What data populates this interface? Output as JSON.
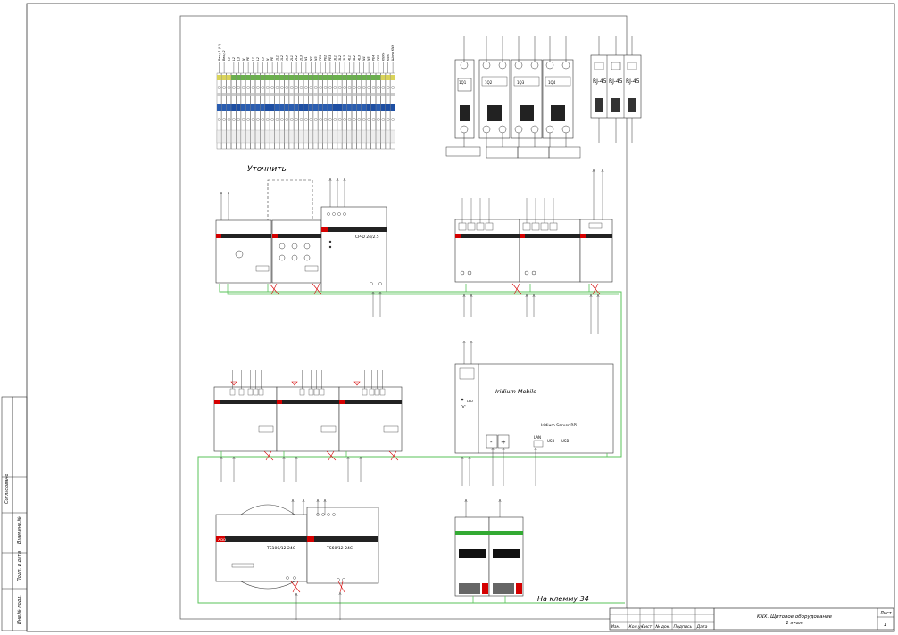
{
  "sheet": {
    "side_labels": [
      "Инв.№ подл.",
      "Подп. и дата",
      "Взам.инв.№",
      "Согласовано"
    ],
    "stamp": {
      "columns": [
        "Изм.",
        "Кол.уч",
        "Лист",
        "№ док.",
        "Подпись",
        "Дата"
      ],
      "title": "KNX. Щитовое оборудование",
      "subtitle": "1 этаж",
      "sheet_label": "Лист",
      "sheet_no": "1"
    }
  },
  "labels": {
    "clarify": "Уточнить",
    "iridium_mobile": "Iridium Mobile",
    "iridium_server": "Iridium Server RPi",
    "to_terminal": "На клемму 34",
    "cp": "CP-D 24/2.5",
    "ts1": "TS100/12-24C",
    "ts2": "TS60/12-24C",
    "rj": "RJ-45",
    "lan": "LAN",
    "usb": "USB",
    "abb": "ABB",
    "dc": "DC",
    "led": "LED"
  },
  "breakers": [
    "1Q1",
    "1Q2",
    "1Q3",
    "1Q4"
  ],
  "top_wire_labels": [
    "Ввод 1 (L1)",
    "Ввод 2",
    "L1",
    "L2",
    "L3",
    "N",
    "PE",
    "L1",
    "L2",
    "L3",
    "N",
    "PE",
    "1L1",
    "1L2",
    "1L3",
    "2L1",
    "2L2",
    "2L3",
    "N1",
    "N2",
    "N3",
    "PE1",
    "PE2",
    "PE3",
    "3L1",
    "3L2",
    "3L3",
    "4L1",
    "4L2",
    "4L3",
    "N4",
    "N5",
    "PE4",
    "PE5",
    "KNX+",
    "KNX-",
    "Шина KNX"
  ]
}
